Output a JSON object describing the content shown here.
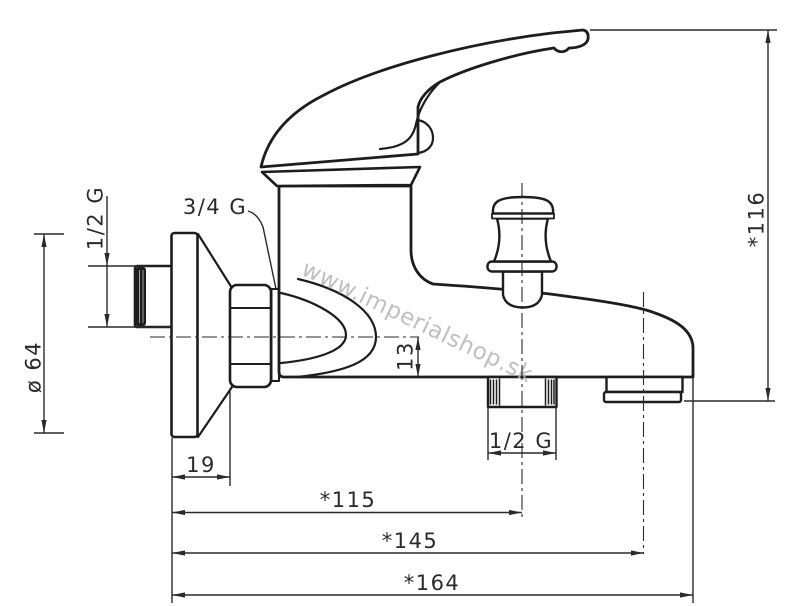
{
  "dimensions": {
    "wall_thread": "1/2 G",
    "flange_diameter": "ø 64",
    "mount_thread": "3/4 G",
    "overall_height": "*116",
    "spout_drop": "13",
    "flange_depth": "19",
    "shower_outlet_thread": "1/2 G",
    "width_to_shower_outlet": "*115",
    "width_to_spout_center": "*145",
    "overall_width": "*164"
  },
  "watermark": "www.imperialshop.sk",
  "colors": {
    "line": "#1d1d1d",
    "dimension": "#2a2a2a",
    "watermark": "#b5b5b5",
    "background": "#ffffff"
  }
}
